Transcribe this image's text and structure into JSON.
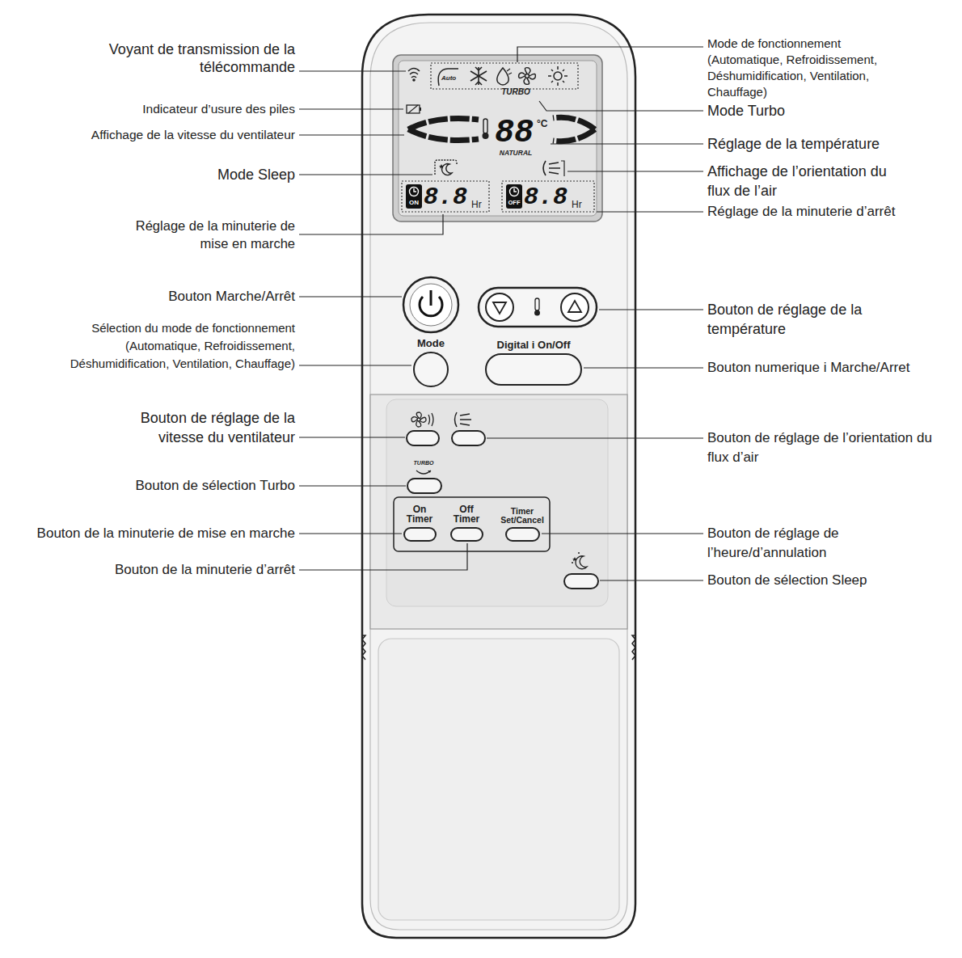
{
  "diagram": {
    "nodes": [
      {
        "text": [
          "Mode"
        ]
      },
      {
        "text": [
          "Digital i On/Off"
        ]
      },
      {
        "text": [
          "On Timer"
        ]
      },
      {
        "text": [
          "Off Timer"
        ]
      },
      {
        "text": [
          "Timer Set/Cancel"
        ]
      }
    ],
    "labels": [
      "Voyant de transmission de la télécommande",
      "Indicateur d’usure des piles",
      "Affichage de la vitesse du ventilateur",
      "Mode Sleep",
      "Réglage de la minuterie de mise en marche",
      "Bouton Marche/Arrêt",
      "Sélection du mode de fonctionnement (Automatique, Refroidissement, Déshumidification, Ventilation, Chauffage)",
      "Bouton de réglage de la vitesse du ventilateur",
      "Bouton de sélection Turbo",
      "Bouton de la minuterie de mise en marche",
      "Bouton de la minuterie d’arrêt",
      "Mode de fonctionnement (Automatique, Refroidissement, Déshumidification, Ventilation, Chauffage)",
      "Mode Turbo",
      "Réglage de la température",
      "Affichage de l’orientation du flux de l’air",
      "Réglage de la minuterie d’arrêt",
      "Bouton de réglage de la température",
      "Bouton numerique i Marche/Arret",
      "Bouton de réglage de l’orientation du flux d’air",
      "Bouton de réglage de l’heure/d’annulation",
      "Bouton de sélection Sleep",
      "Auto",
      "TURBO",
      "88",
      "°C",
      "NATURAL",
      "ON",
      "8.8",
      "Hr",
      "OFF",
      "8.8",
      "Hr",
      "TURBO"
    ]
  }
}
